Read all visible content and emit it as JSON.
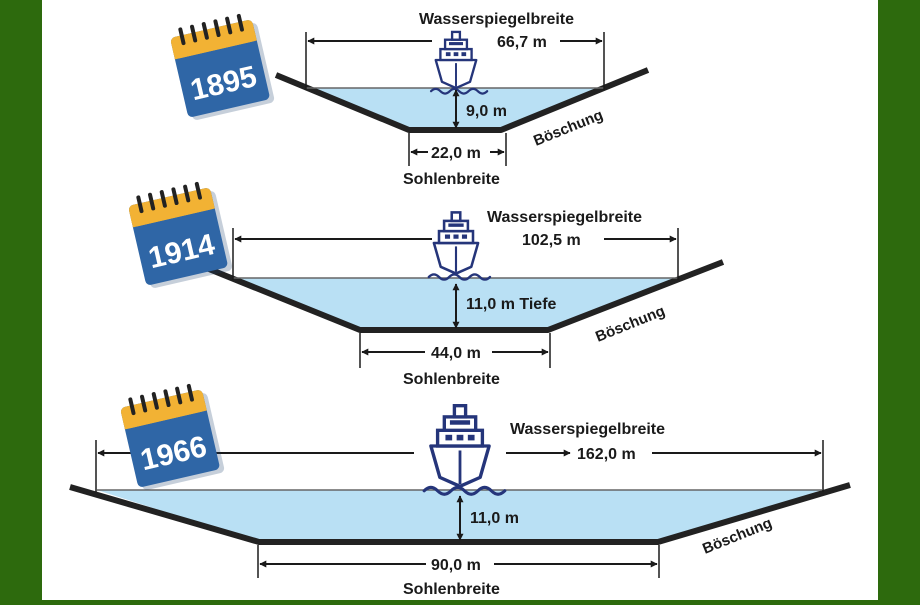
{
  "colors": {
    "frame": "#2d6a0d",
    "background": "#ffffff",
    "water": "#b9e0f4",
    "bank": "#222222",
    "ship": "#25357a",
    "calendar_top": "#f2b234",
    "calendar_body": "#2f66a6"
  },
  "sections": [
    {
      "year": "1895",
      "surface_title": "Wasserspiegelbreite",
      "surface_width": "66,7 m",
      "depth": "9,0 m",
      "bottom_width": "22,0 m",
      "bottom_title": "Sohlenbreite",
      "slope": "Böschung"
    },
    {
      "year": "1914",
      "surface_title": "Wasserspiegelbreite",
      "surface_width": "102,5 m",
      "depth": "11,0 m Tiefe",
      "bottom_width": "44,0 m",
      "bottom_title": "Sohlenbreite",
      "slope": "Böschung"
    },
    {
      "year": "1966",
      "surface_title": "Wasserspiegelbreite",
      "surface_width": "162,0 m",
      "depth": "11,0 m",
      "bottom_width": "90,0 m",
      "bottom_title": "Sohlenbreite",
      "slope": "Böschung"
    }
  ]
}
